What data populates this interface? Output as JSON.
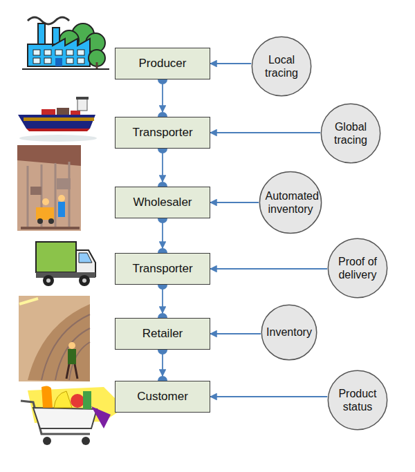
{
  "diagram": {
    "nodes": [
      {
        "text": [
          "Producer"
        ]
      },
      {
        "text": [
          "Local tracing"
        ]
      },
      {
        "text": [
          "Transporter"
        ]
      },
      {
        "text": [
          "Global tracing"
        ]
      },
      {
        "text": [
          "Wholesaler"
        ]
      },
      {
        "text": [
          "Automated inventory"
        ]
      },
      {
        "text": [
          "Transporter"
        ]
      },
      {
        "text": [
          "Proof of delivery"
        ]
      },
      {
        "text": [
          "Retailer"
        ]
      },
      {
        "text": [
          "Inventory"
        ]
      },
      {
        "text": [
          "Customer"
        ]
      },
      {
        "text": [
          "Product status"
        ]
      }
    ],
    "edges": [
      {
        "from": 0,
        "to": 2,
        "arrow": "to"
      },
      {
        "from": 2,
        "to": 4,
        "arrow": "to"
      },
      {
        "from": 4,
        "to": 6,
        "arrow": "to"
      },
      {
        "from": 6,
        "to": 8,
        "arrow": "to"
      },
      {
        "from": 8,
        "to": 10,
        "arrow": "to"
      },
      {
        "from": 1,
        "to": 0,
        "arrow": "to"
      },
      {
        "from": 3,
        "to": 2,
        "arrow": "to"
      },
      {
        "from": 5,
        "to": 4,
        "arrow": "to"
      },
      {
        "from": 7,
        "to": 6,
        "arrow": "to"
      },
      {
        "from": 9,
        "to": 8,
        "arrow": "to"
      },
      {
        "from": 11,
        "to": 10,
        "arrow": "to"
      }
    ]
  }
}
